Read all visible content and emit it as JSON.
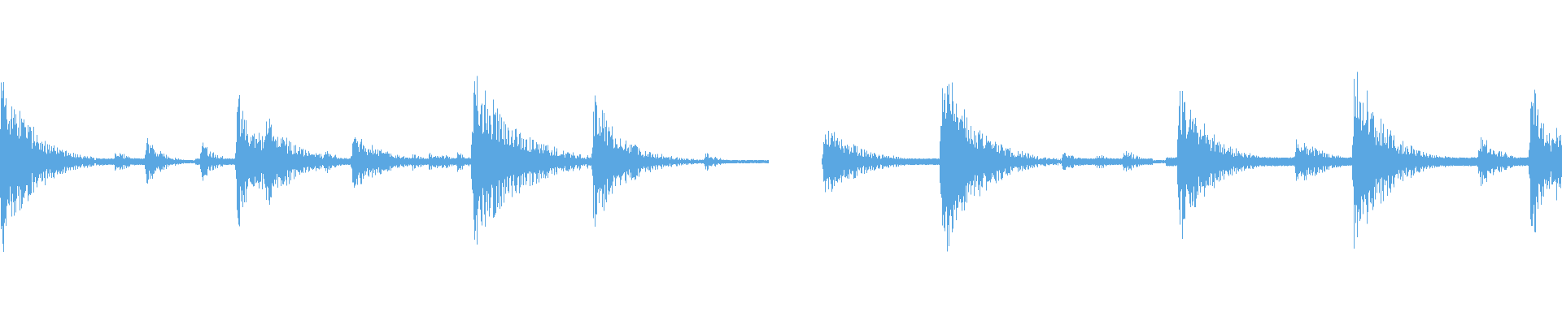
{
  "waveform": {
    "color": "#5aa7e2",
    "background": "#ffffff",
    "transients": [
      {
        "t": 0.0,
        "amp": 0.98,
        "decay": 0.02,
        "density": 0.65
      },
      {
        "t": 0.074,
        "amp": 0.12,
        "decay": 0.01,
        "density": 0.35
      },
      {
        "t": 0.094,
        "amp": 0.25,
        "decay": 0.01,
        "density": 0.35
      },
      {
        "t": 0.129,
        "amp": 0.2,
        "decay": 0.01,
        "density": 0.35
      },
      {
        "t": 0.152,
        "amp": 0.72,
        "decay": 0.016,
        "density": 0.55
      },
      {
        "t": 0.17,
        "amp": 0.46,
        "decay": 0.02,
        "density": 0.55
      },
      {
        "t": 0.208,
        "amp": 0.12,
        "decay": 0.01,
        "density": 0.35
      },
      {
        "t": 0.226,
        "amp": 0.33,
        "decay": 0.018,
        "density": 0.55
      },
      {
        "t": 0.245,
        "amp": 0.12,
        "decay": 0.01,
        "density": 0.35
      },
      {
        "t": 0.264,
        "amp": 0.1,
        "decay": 0.008,
        "density": 0.35
      },
      {
        "t": 0.275,
        "amp": 0.11,
        "decay": 0.008,
        "density": 0.35
      },
      {
        "t": 0.283,
        "amp": 0.1,
        "decay": 0.008,
        "density": 0.35
      },
      {
        "t": 0.293,
        "amp": 0.12,
        "decay": 0.008,
        "density": 0.35
      },
      {
        "t": 0.303,
        "amp": 0.92,
        "decay": 0.028,
        "density": 0.6
      },
      {
        "t": 0.38,
        "amp": 0.65,
        "decay": 0.02,
        "density": 0.6
      },
      {
        "t": 0.452,
        "amp": 0.1,
        "decay": 0.008,
        "density": 0.35
      },
      {
        "t": 0.528,
        "amp": 0.36,
        "decay": 0.024,
        "density": 0.55
      },
      {
        "t": 0.566,
        "amp": 0.06,
        "decay": 0.01,
        "density": 0.35
      },
      {
        "t": 0.603,
        "amp": 1.0,
        "decay": 0.022,
        "density": 0.6
      },
      {
        "t": 0.681,
        "amp": 0.13,
        "decay": 0.01,
        "density": 0.35
      },
      {
        "t": 0.702,
        "amp": 0.1,
        "decay": 0.008,
        "density": 0.35
      },
      {
        "t": 0.72,
        "amp": 0.15,
        "decay": 0.008,
        "density": 0.35
      },
      {
        "t": 0.755,
        "amp": 0.78,
        "decay": 0.02,
        "density": 0.6
      },
      {
        "t": 0.83,
        "amp": 0.26,
        "decay": 0.018,
        "density": 0.55
      },
      {
        "t": 0.867,
        "amp": 0.98,
        "decay": 0.02,
        "density": 0.65
      },
      {
        "t": 0.903,
        "amp": 0.05,
        "decay": 0.01,
        "density": 0.35
      },
      {
        "t": 0.947,
        "amp": 0.3,
        "decay": 0.014,
        "density": 0.55
      },
      {
        "t": 0.98,
        "amp": 0.89,
        "decay": 0.01,
        "density": 0.65
      },
      {
        "t": 0.995,
        "amp": 0.46,
        "decay": 0.008,
        "density": 0.55
      }
    ],
    "continuous_segments": [
      {
        "start": 0.0,
        "end": 0.04,
        "amp": 0.08
      },
      {
        "start": 0.061,
        "end": 0.11,
        "amp": 0.03
      },
      {
        "start": 0.125,
        "end": 0.374,
        "amp": 0.03
      },
      {
        "start": 0.526,
        "end": 0.653,
        "amp": 0.03
      },
      {
        "start": 0.682,
        "end": 0.738,
        "amp": 0.03
      },
      {
        "start": 0.746,
        "end": 1.0,
        "amp": 0.04
      }
    ]
  }
}
